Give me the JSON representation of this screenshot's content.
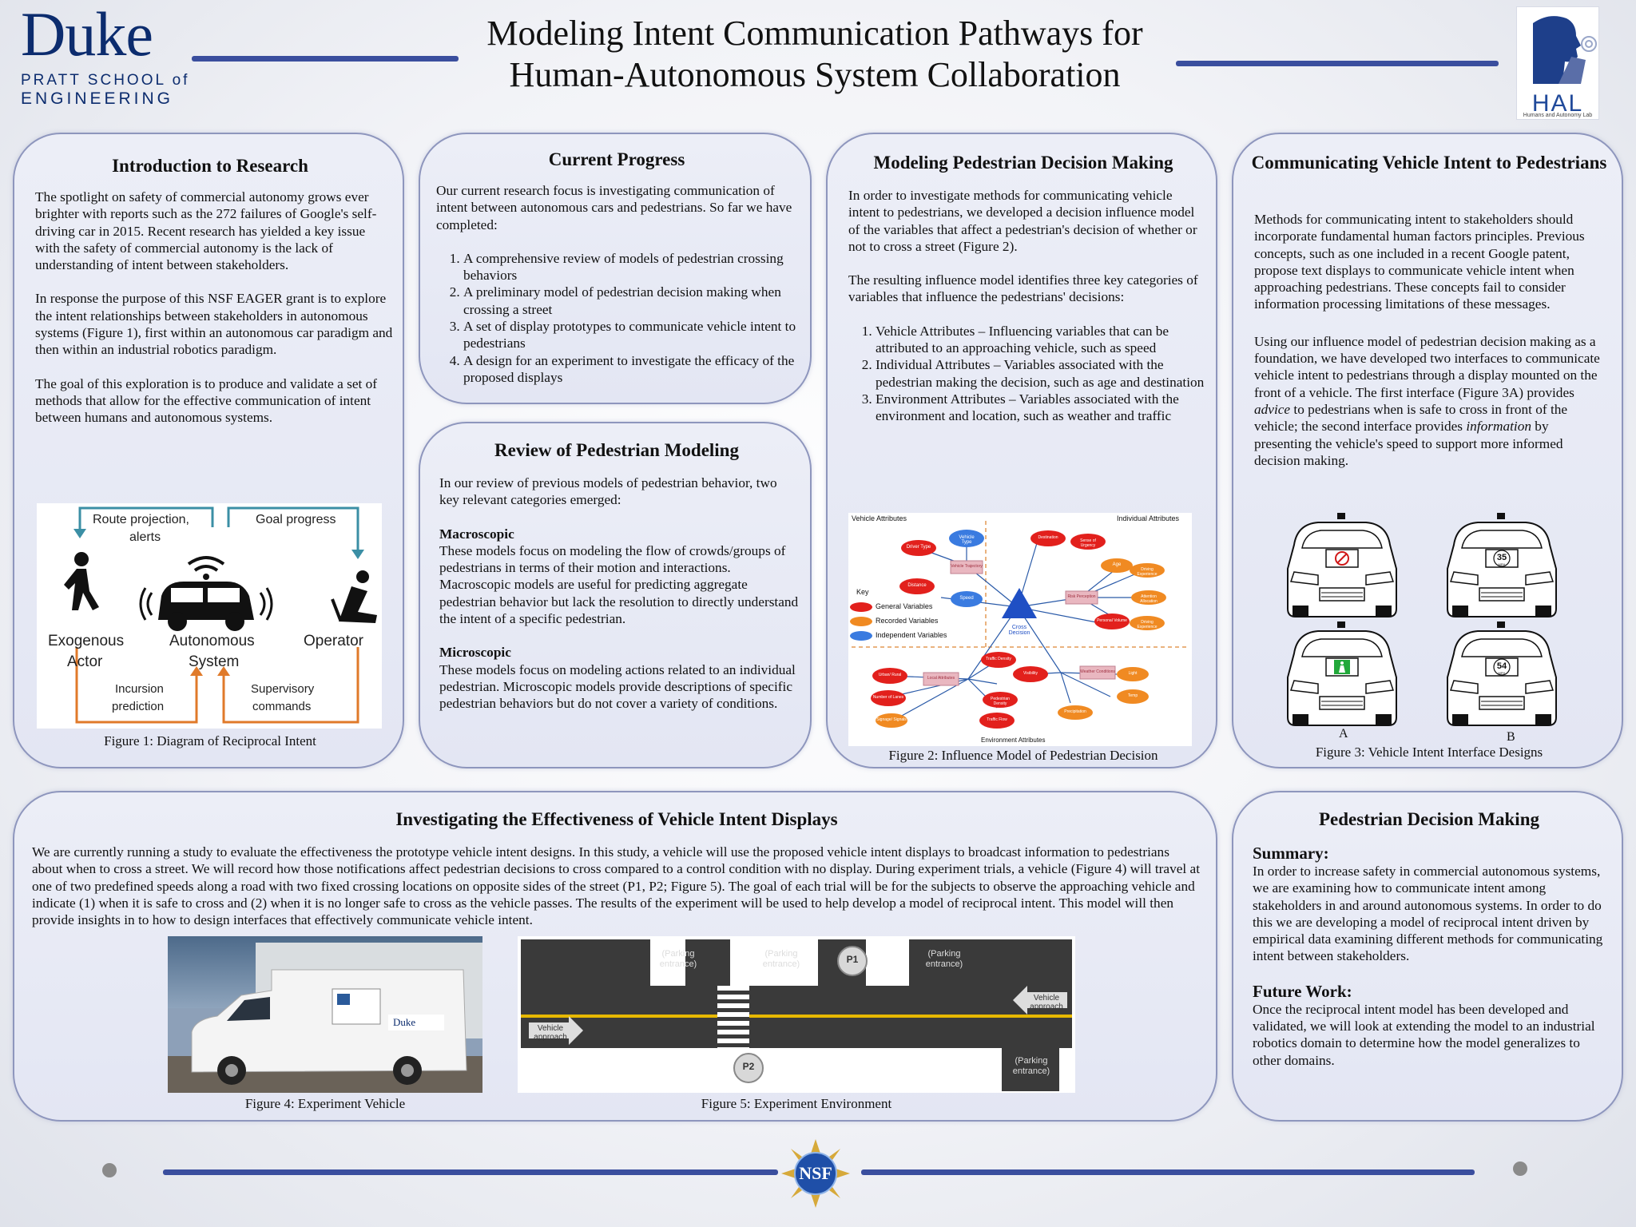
{
  "header": {
    "duke_logo": "Duke",
    "duke_school": "PRATT SCHOOL of",
    "duke_eng": "ENGINEERING",
    "title_line1": "Modeling Intent Communication Pathways for",
    "title_line2": "Human-Autonomous System Collaboration",
    "hal_logo": "HAL",
    "hal_sub": "Humans and Autonomy Lab"
  },
  "intro": {
    "heading": "Introduction to Research",
    "p1": "The spotlight on safety of commercial autonomy grows ever brighter with reports such as the 272 failures of Google's self-driving car in 2015. Recent research has yielded a key issue with the safety of commercial autonomy is the lack of understanding of intent between stakeholders.",
    "p2": "In response the purpose of this NSF EAGER grant is to explore the intent relationships between stakeholders in autonomous systems (Figure 1), first within an autonomous car paradigm and then within an industrial robotics paradigm.",
    "p3": "The goal of this exploration is to produce and validate a set of methods that allow for the effective communication of intent between humans and autonomous systems.",
    "fig_labels": {
      "route": "Route projection,",
      "alerts": "alerts",
      "goal": "Goal progress",
      "exo1": "Exogenous",
      "exo2": "Actor",
      "auto1": "Autonomous",
      "auto2": "System",
      "op": "Operator",
      "inc1": "Incursion",
      "inc2": "prediction",
      "sup1": "Supervisory",
      "sup2": "commands"
    },
    "caption": "Figure 1: Diagram of Reciprocal Intent"
  },
  "progress": {
    "heading": "Current Progress",
    "intro": "Our current research focus is investigating communication of intent between autonomous cars and pedestrians.  So far we have completed:",
    "items": [
      "A comprehensive review of models of pedestrian crossing behaviors",
      "A preliminary model of pedestrian decision making when crossing a street",
      "A set of display prototypes to communicate vehicle intent to pedestrians",
      "A design for an experiment to investigate the efficacy of the proposed displays"
    ]
  },
  "review": {
    "heading": "Review of Pedestrian Modeling",
    "intro": "In our review of previous models of pedestrian behavior, two key relevant categories emerged:",
    "macro_title": "Macroscopic",
    "macro_text": "These models focus on modeling the flow of crowds/groups of pedestrians in terms of their motion and interactions. Macroscopic models are useful for predicting aggregate pedestrian behavior but lack the resolution to directly understand the intent of a specific pedestrian.",
    "micro_title": "Microscopic",
    "micro_text": "These models focus on modeling actions related to an individual pedestrian. Microscopic models provide descriptions of specific pedestrian behaviors but do not cover a variety of conditions."
  },
  "modeling": {
    "heading": "Modeling Pedestrian Decision Making",
    "p1": "In order to investigate methods for communicating vehicle intent to pedestrians, we developed a decision influence model of the variables that affect a pedestrian's decision of whether or not to cross a street (Figure 2).",
    "p2": "The resulting influence model identifies three key categories of variables that influence the pedestrians' decisions:",
    "items": [
      "Vehicle Attributes – Influencing variables that can be attributed to an approaching vehicle, such as speed",
      "Individual Attributes – Variables associated with the pedestrian making the decision, such as age and destination",
      "Environment Attributes – Variables associated with the environment and location, such as weather and traffic"
    ],
    "diagram": {
      "vehicle_attr": "Vehicle Attributes",
      "individual_attr": "Individual Attributes",
      "env_attr": "Environment Attributes",
      "key": "Key",
      "general": "General Variables",
      "recorded": "Recorded Variables",
      "independent": "Independent Variables",
      "cross": "Cross Decision",
      "driver": "Driver Type",
      "vtype": "Vehicle Type",
      "vtraj": "Vehicle Trajectory",
      "distance": "Distance",
      "speed": "Speed",
      "dest": "Destination",
      "urgency": "Sense of Urgency",
      "age": "Age",
      "risk": "Risk Perception",
      "driving": "Driving Experience",
      "attention": "Attention Allocation",
      "pvol": "Personal Volume",
      "drivexp": "Driving Experience",
      "urban": "Urban/ Rural",
      "lanes": "Number of Lanes",
      "signage": "Signage/ Signals",
      "local": "Local Attributes",
      "tdens": "Traffic Density",
      "pdens": "Pedestrian Density",
      "tflow": "Traffic Flow",
      "vis": "Visibility",
      "weather": "Weather Conditions",
      "light": "Light",
      "precip": "Precipitation",
      "temp": "Temp"
    },
    "caption": "Figure 2: Influence Model of Pedestrian Decision"
  },
  "communicating": {
    "heading": "Communicating Vehicle Intent to Pedestrians",
    "p1": "Methods for communicating intent to stakeholders should incorporate fundamental human factors principles. Previous concepts, such as one included in a recent Google patent, propose text displays to communicate vehicle intent when approaching pedestrians. These concepts fail to consider information processing limitations of these messages.",
    "p2a": "Using our influence model of pedestrian decision making as a foundation, we have developed two interfaces to communicate vehicle intent to pedestrians through a display mounted on the front of a vehicle. The first interface (Figure 3A) provides ",
    "advice": "advice",
    "p2b": " to pedestrians when is safe to cross in front of the vehicle; the second interface provides ",
    "information": "information",
    "p2c": " by presenting the vehicle's speed to support more informed decision making.",
    "label_a": "A",
    "label_b": "B",
    "speed1": "35",
    "speed2": "54",
    "mph": "MPH",
    "caption": "Figure 3: Vehicle Intent Interface Designs"
  },
  "investigating": {
    "heading": "Investigating the Effectiveness of Vehicle Intent Displays",
    "text": "We are currently running a study to evaluate the effectiveness the prototype vehicle intent designs. In this study, a vehicle will use the proposed vehicle intent displays to broadcast information to pedestrians about when to cross a street. We will record how those notifications affect pedestrian decisions to cross compared to a control condition with no display. During experiment trials, a vehicle (Figure 4) will travel at one of two predefined speeds along a road with two fixed crossing locations on opposite sides of the street (P1, P2; Figure 5). The goal of each trial will be for the subjects to observe the approaching vehicle and indicate (1) when it is safe to cross and (2) when it is no longer safe to cross as the vehicle passes. The results of the experiment will be used to help develop a model of reciprocal intent. This model will then provide insights in to how to design interfaces that effectively communicate vehicle intent.",
    "van_logo": "Duke",
    "caption4": "Figure 4: Experiment Vehicle",
    "env": {
      "parking": "(Parking entrance)",
      "p1": "P1",
      "p2": "P2",
      "vehicle_approach": "Vehicle approach"
    },
    "caption5": "Figure 5: Experiment Environment"
  },
  "decision": {
    "heading": "Pedestrian Decision Making",
    "summary_title": "Summary:",
    "summary": "In order to increase safety in commercial autonomous systems, we are examining how to communicate intent among stakeholders in and around autonomous systems. In order to do this we are developing a model of reciprocal intent driven by empirical data examining different methods for communicating intent between stakeholders.",
    "future_title": "Future Work:",
    "future": "Once the reciprocal intent model has been developed and validated, we will look at extending the model to an industrial robotics domain to determine how the model generalizes to other domains."
  },
  "footer": {
    "nsf": "NSF"
  },
  "colors": {
    "accent": "#3a4e9e",
    "duke_blue": "#0c2c6e",
    "orange": "#e07a2a",
    "teal": "#3b8fa5"
  }
}
